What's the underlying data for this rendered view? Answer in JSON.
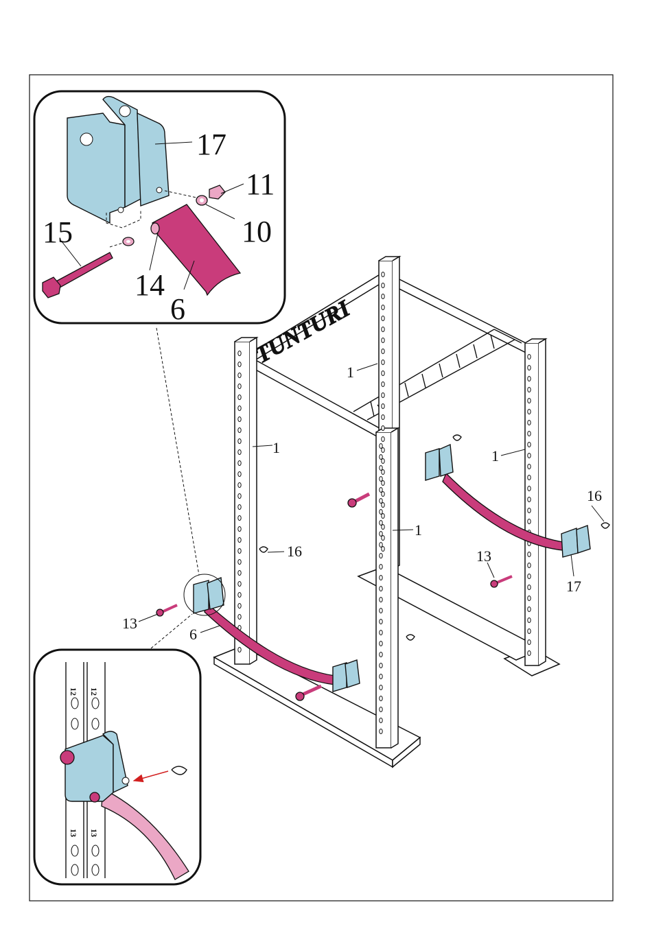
{
  "brand": "TUNTURI",
  "colors": {
    "bracket": "#a9d2e0",
    "band": "#c93c7b",
    "band_light": "#eba7c5",
    "arrow": "#d22020",
    "line": "#111111"
  },
  "detail_top": {
    "labels": {
      "p17": "17",
      "p11": "11",
      "p10": "10",
      "p15": "15",
      "p14": "14",
      "p6": "6"
    }
  },
  "main": {
    "labels": {
      "post_back": "1",
      "post_left": "1",
      "post_right": "1",
      "post_front": "1",
      "pin_right": "16",
      "pin_left": "16",
      "bolt_right": "13",
      "bolt_left": "13",
      "bracket_right": "17",
      "band_left": "6"
    }
  },
  "detail_bottom": {
    "hole_numbers": [
      "12",
      "12",
      "13",
      "13"
    ]
  }
}
